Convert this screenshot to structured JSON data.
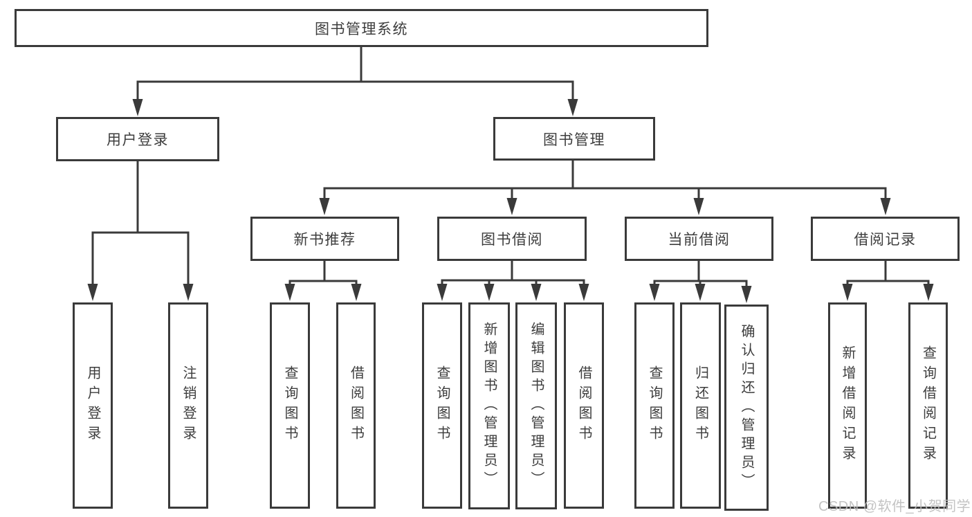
{
  "diagram": {
    "root": {
      "label": "图书管理系统"
    },
    "children": [
      {
        "label": "用户登录",
        "children": [
          {
            "label": "用户登录"
          },
          {
            "label": "注销登录"
          }
        ]
      },
      {
        "label": "图书管理",
        "children": [
          {
            "label": "新书推荐",
            "children": [
              {
                "label": "查询图书"
              },
              {
                "label": "借阅图书"
              }
            ]
          },
          {
            "label": "图书借阅",
            "children": [
              {
                "label": "查询图书"
              },
              {
                "label": "新增图书（管理员）"
              },
              {
                "label": "编辑图书（管理员）"
              },
              {
                "label": "借阅图书"
              }
            ]
          },
          {
            "label": "当前借阅",
            "children": [
              {
                "label": "查询图书"
              },
              {
                "label": "归还图书"
              },
              {
                "label": "确认归还（管理员）"
              }
            ]
          },
          {
            "label": "借阅记录",
            "children": [
              {
                "label": "新增借阅记录"
              },
              {
                "label": "查询借阅记录"
              }
            ]
          }
        ]
      }
    ]
  },
  "watermark": {
    "text": "CSDN @软件_小贺同学"
  },
  "colors": {
    "line": "#3a3a3a",
    "text": "#3d3d3d",
    "watermark": "#bebebe",
    "background": "#ffffff"
  }
}
